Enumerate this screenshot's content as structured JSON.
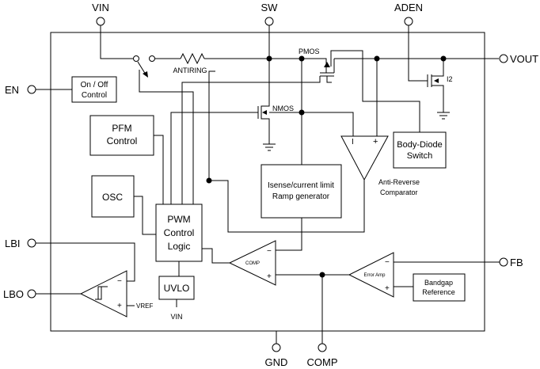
{
  "pins": {
    "vin": "VIN",
    "sw": "SW",
    "aden": "ADEN",
    "vout": "VOUT",
    "en": "EN",
    "lbi": "LBI",
    "lbo": "LBO",
    "fb": "FB",
    "gnd": "GND",
    "comp": "COMP"
  },
  "blocks": {
    "on_off_control": [
      "On / Off",
      "Control"
    ],
    "pfm_control": [
      "PFM",
      "Control"
    ],
    "osc": "OSC",
    "pwm_control_logic": [
      "PWM",
      "Control",
      "Logic"
    ],
    "uvlo": "UVLO",
    "isense": [
      "Isense/current limit",
      "Ramp generator"
    ],
    "body_diode_switch": [
      "Body-Diode",
      "Switch"
    ],
    "bandgap_reference": [
      "Bandgap",
      "Reference"
    ]
  },
  "labels": {
    "antiring": "ANTIRING",
    "pmos": "PMOS",
    "nmos": "NMOS",
    "i2": "I2",
    "anti_reverse": [
      "Anti-Reverse",
      "Comparator"
    ],
    "comp_amp": "COMP",
    "error_amp": "Error Amp",
    "vref": "VREF",
    "uvlo_vin": "VIN",
    "minus": "−",
    "plus": "+",
    "ar_minus": "I"
  }
}
